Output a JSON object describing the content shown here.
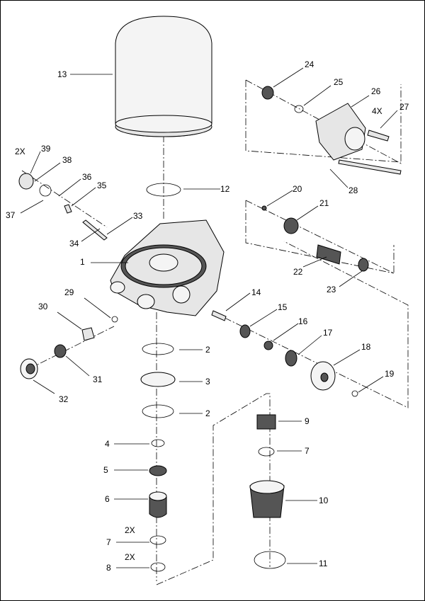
{
  "diagram": {
    "callouts": [
      "13",
      "24",
      "25",
      "26",
      "4X",
      "27",
      "28",
      "2X",
      "39",
      "38",
      "36",
      "35",
      "37",
      "12",
      "33",
      "34",
      "20",
      "21",
      "22",
      "23",
      "1",
      "14",
      "29",
      "15",
      "30",
      "16",
      "17",
      "18",
      "2",
      "19",
      "31",
      "32",
      "3",
      "2",
      "9",
      "4",
      "7",
      "5",
      "6",
      "10",
      "2X",
      "7",
      "2X",
      "8",
      "11"
    ]
  }
}
